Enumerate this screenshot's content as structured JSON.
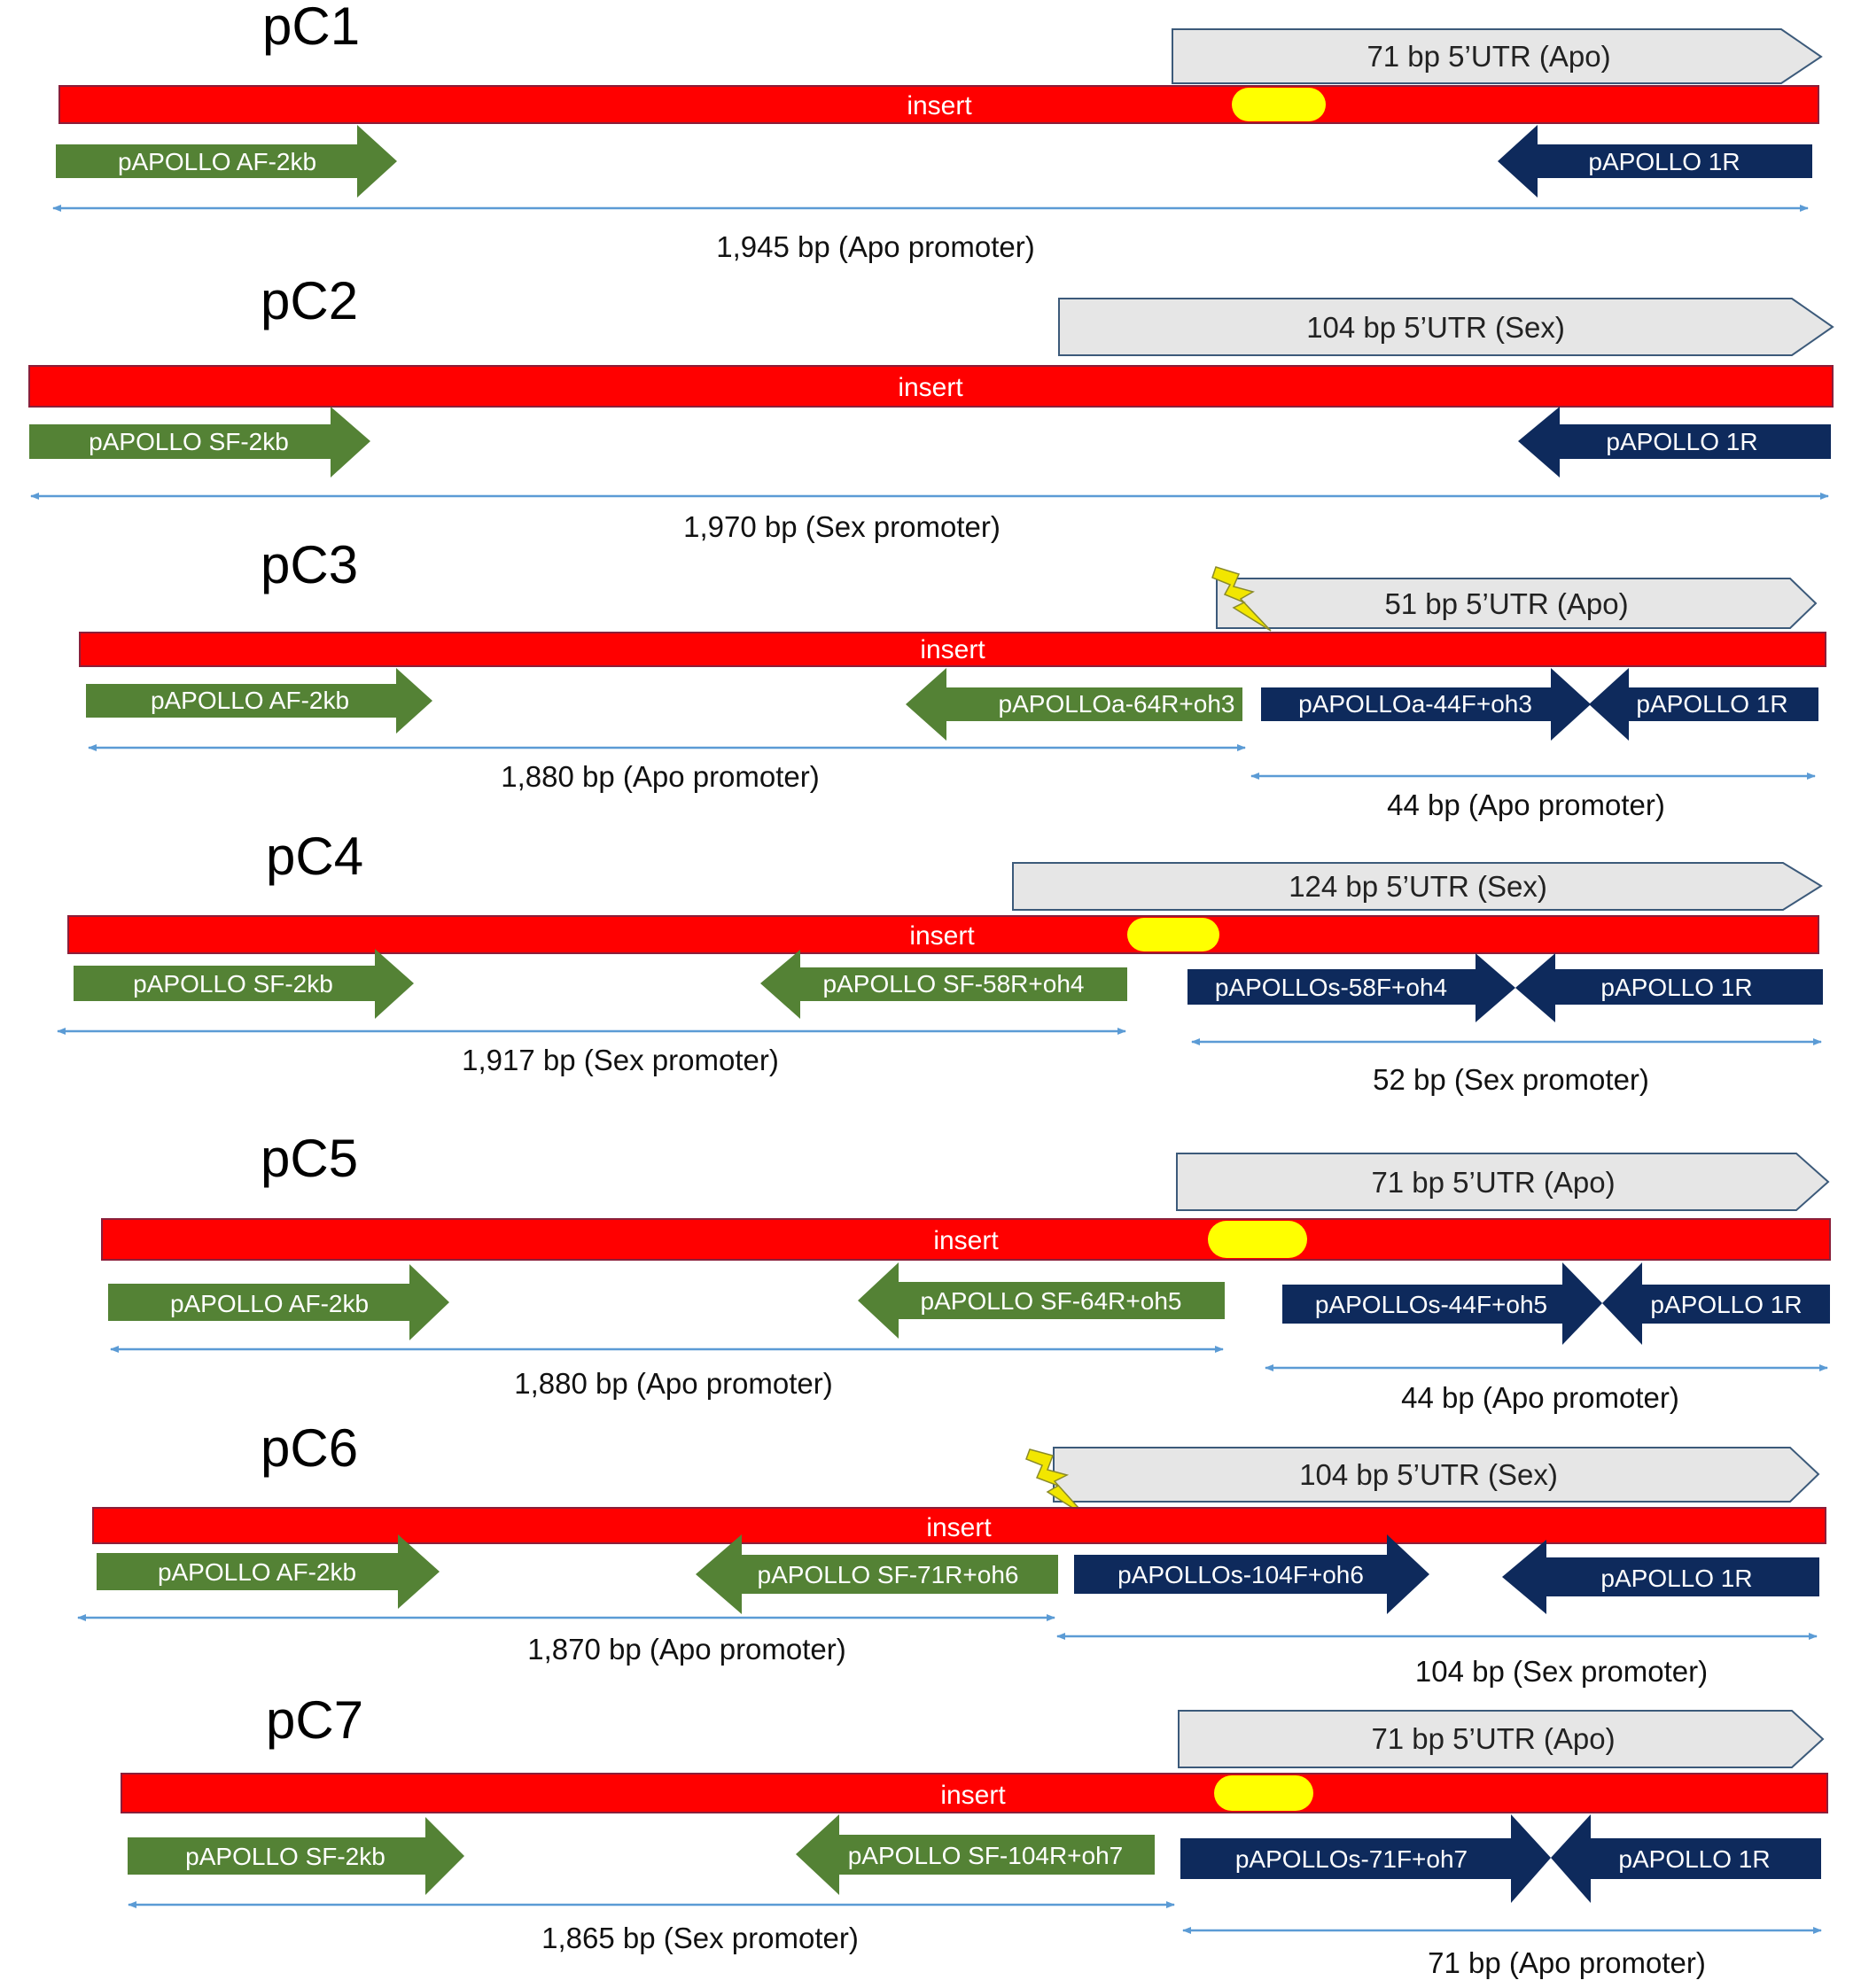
{
  "colors": {
    "insert": "#ff0000",
    "insert_border": "#8a1f3a",
    "utr_fill": "#e6e6e6",
    "utr_border": "#3c5a7a",
    "forward_primer": "#548235",
    "reverse_primer_dark": "#0e2a5c",
    "measure_line": "#5b9bd5",
    "feature_yellow": "#ffff00",
    "lightning": "#f2e600"
  },
  "constructs": [
    {
      "title": "pC1",
      "insert_label": "insert",
      "utr_label": "71 bp 5’UTR (Apo)",
      "has_yellow_feature": true,
      "has_lightning": false,
      "primers": [
        {
          "label": "pAPOLLO AF-2kb",
          "direction": "right",
          "color": "green"
        },
        {
          "label": "pAPOLLO 1R",
          "direction": "left",
          "color": "navy"
        }
      ],
      "spans": [
        "1,945 bp (Apo promoter)"
      ]
    },
    {
      "title": "pC2",
      "insert_label": "insert",
      "utr_label": "104 bp 5’UTR (Sex)",
      "has_yellow_feature": false,
      "has_lightning": false,
      "primers": [
        {
          "label": "pAPOLLO SF-2kb",
          "direction": "right",
          "color": "green"
        },
        {
          "label": "pAPOLLO 1R",
          "direction": "left",
          "color": "navy"
        }
      ],
      "spans": [
        "1,970 bp (Sex promoter)"
      ]
    },
    {
      "title": "pC3",
      "insert_label": "insert",
      "utr_label": "51 bp 5’UTR (Apo)",
      "has_yellow_feature": false,
      "has_lightning": true,
      "primers": [
        {
          "label": "pAPOLLO AF-2kb",
          "direction": "right",
          "color": "green"
        },
        {
          "label": "pAPOLLOa-64R+oh3",
          "direction": "left",
          "color": "green"
        },
        {
          "label": "pAPOLLOa-44F+oh3",
          "direction": "right",
          "color": "navy"
        },
        {
          "label": "pAPOLLO 1R",
          "direction": "left",
          "color": "navy"
        }
      ],
      "spans": [
        "1,880 bp (Apo promoter)",
        "44 bp (Apo promoter)"
      ]
    },
    {
      "title": "pC4",
      "insert_label": "insert",
      "utr_label": "124 bp 5’UTR (Sex)",
      "has_yellow_feature": true,
      "has_lightning": false,
      "primers": [
        {
          "label": "pAPOLLO SF-2kb",
          "direction": "right",
          "color": "green"
        },
        {
          "label": "pAPOLLO SF-58R+oh4",
          "direction": "left",
          "color": "green"
        },
        {
          "label": "pAPOLLOs-58F+oh4",
          "direction": "right",
          "color": "navy"
        },
        {
          "label": "pAPOLLO 1R",
          "direction": "left",
          "color": "navy"
        }
      ],
      "spans": [
        "1,917 bp (Sex promoter)",
        "52 bp (Sex promoter)"
      ]
    },
    {
      "title": "pC5",
      "insert_label": "insert",
      "utr_label": "71 bp 5’UTR (Apo)",
      "has_yellow_feature": true,
      "has_lightning": false,
      "primers": [
        {
          "label": "pAPOLLO AF-2kb",
          "direction": "right",
          "color": "green"
        },
        {
          "label": "pAPOLLO SF-64R+oh5",
          "direction": "left",
          "color": "green"
        },
        {
          "label": "pAPOLLOs-44F+oh5",
          "direction": "right",
          "color": "navy"
        },
        {
          "label": "pAPOLLO 1R",
          "direction": "left",
          "color": "navy"
        }
      ],
      "spans": [
        "1,880 bp (Apo promoter)",
        "44 bp (Apo promoter)"
      ]
    },
    {
      "title": "pC6",
      "insert_label": "insert",
      "utr_label": "104 bp 5’UTR (Sex)",
      "has_yellow_feature": false,
      "has_lightning": true,
      "primers": [
        {
          "label": "pAPOLLO AF-2kb",
          "direction": "right",
          "color": "green"
        },
        {
          "label": "pAPOLLO SF-71R+oh6",
          "direction": "left",
          "color": "green"
        },
        {
          "label": "pAPOLLOs-104F+oh6",
          "direction": "right",
          "color": "navy"
        },
        {
          "label": "pAPOLLO 1R",
          "direction": "left",
          "color": "navy"
        }
      ],
      "spans": [
        "1,870 bp (Apo promoter)",
        "104 bp (Sex promoter)"
      ]
    },
    {
      "title": "pC7",
      "insert_label": "insert",
      "utr_label": "71 bp 5’UTR (Apo)",
      "has_yellow_feature": true,
      "has_lightning": false,
      "primers": [
        {
          "label": "pAPOLLO SF-2kb",
          "direction": "right",
          "color": "green"
        },
        {
          "label": "pAPOLLO SF-104R+oh7",
          "direction": "left",
          "color": "green"
        },
        {
          "label": "pAPOLLOs-71F+oh7",
          "direction": "right",
          "color": "navy"
        },
        {
          "label": "pAPOLLO 1R",
          "direction": "left",
          "color": "navy"
        }
      ],
      "spans": [
        "1,865 bp (Sex promoter)",
        "71 bp (Apo promoter)"
      ]
    }
  ]
}
